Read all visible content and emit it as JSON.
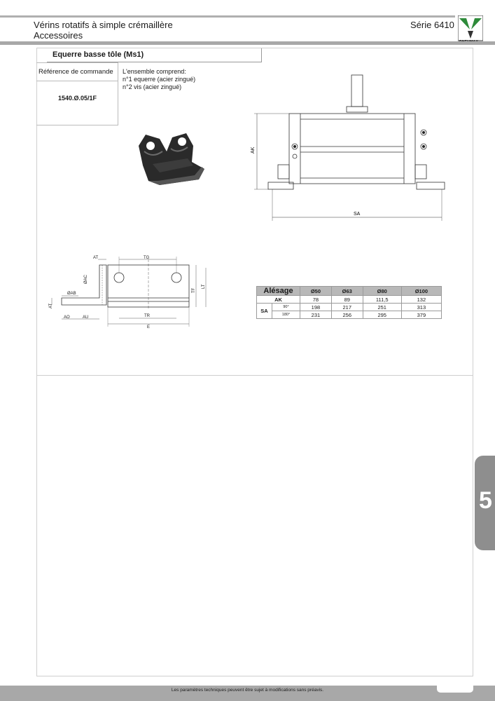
{
  "header": {
    "title": "Vérins rotatifs à simple crémaillère",
    "subtitle": "Accessoires",
    "series": "Série 6410",
    "logo_text": "PNEUMAX"
  },
  "section": {
    "title": "Equerre basse tôle (Ms1)",
    "order_ref_label": "Référence de commande",
    "order_code": "1540.Ø.05/1F",
    "contents_intro": "L'ensemble comprend:",
    "contents_line1": "n°1 equerre (acier zingué)",
    "contents_line2": "n°2 vis (acier zingué)"
  },
  "drawing_labels": {
    "ak": "AK",
    "sa": "SA",
    "at": "AT",
    "tg": "TG",
    "dac": "ØAC",
    "dab": "ØAB",
    "ao": "AO",
    "au": "AU",
    "tr": "TR",
    "e": "E",
    "tf": "TF",
    "lt": "LT"
  },
  "table": {
    "header": [
      "Alésage",
      "Ø50",
      "Ø63",
      "Ø80",
      "Ø100"
    ],
    "ak_label": "AK",
    "ak_values": [
      "78",
      "89",
      "111,5",
      "132"
    ],
    "sa_label": "SA",
    "sa_rows": [
      {
        "angle": "90°",
        "values": [
          "198",
          "217",
          "251",
          "313"
        ]
      },
      {
        "angle": "180°",
        "values": [
          "231",
          "256",
          "295",
          "379"
        ]
      }
    ]
  },
  "chapter_tab": "5",
  "footer": "Les paramètres techniques peuvent être sujet à modifications sans préavis."
}
